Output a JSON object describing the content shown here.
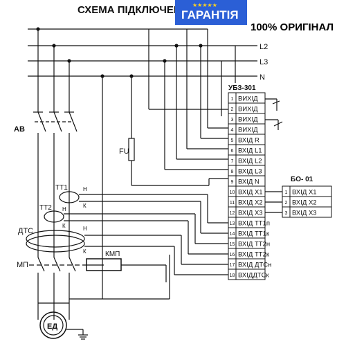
{
  "title": "СХЕМА ПІДКЛЮЧЕН",
  "badges": {
    "stars": "★★★★★",
    "guarantee": "ГАРАНТІЯ",
    "original": "100% ОРИГІНАЛ",
    "colors": {
      "guarantee_bg": "#2b5fd6",
      "stars": "#ffd21f",
      "text": "#ffffff",
      "original_text": "#000000"
    }
  },
  "bus": {
    "l2": "L2",
    "l3": "L3",
    "n": "N"
  },
  "components": {
    "breaker": "АВ",
    "ct1": "ТТ1",
    "ct2": "ТТ2",
    "dts": "ДТС",
    "starter": "МП",
    "motor": "ЕД",
    "fuse": "FU",
    "kmp": "КМП",
    "ct_h": "Н",
    "ct_k": "К"
  },
  "ubz": {
    "name": "УБЗ-301",
    "terminals": [
      {
        "num": "1",
        "label": "ВИХІД"
      },
      {
        "num": "2",
        "label": "ВИХІД"
      },
      {
        "num": "3",
        "label": "ВИХІД"
      },
      {
        "num": "4",
        "label": "ВИХІД"
      },
      {
        "num": "5",
        "label": "ВХІД R"
      },
      {
        "num": "6",
        "label": "ВХІД L1"
      },
      {
        "num": "7",
        "label": "ВХІД L2"
      },
      {
        "num": "8",
        "label": "ВХІД L3"
      },
      {
        "num": "9",
        "label": "ВХІД N"
      },
      {
        "num": "10",
        "label": "ВХІД X1"
      },
      {
        "num": "11",
        "label": "ВХІД X2"
      },
      {
        "num": "12",
        "label": "ВХІД X3"
      },
      {
        "num": "13",
        "label": "ВХІД ТТ1п"
      },
      {
        "num": "14",
        "label": "ВХІД ТТ1к"
      },
      {
        "num": "15",
        "label": "ВХІД ТТ2н"
      },
      {
        "num": "16",
        "label": "ВХІД ТТ2к"
      },
      {
        "num": "17",
        "label": "ВХІД ДТСн"
      },
      {
        "num": "18",
        "label": "ВХІДДТСк"
      }
    ]
  },
  "bo": {
    "name": "БО- 01",
    "terminals": [
      {
        "num": "1",
        "label": "ВХІД X1"
      },
      {
        "num": "2",
        "label": "ВХІД X2"
      },
      {
        "num": "3",
        "label": "ВХІД X3"
      }
    ]
  }
}
